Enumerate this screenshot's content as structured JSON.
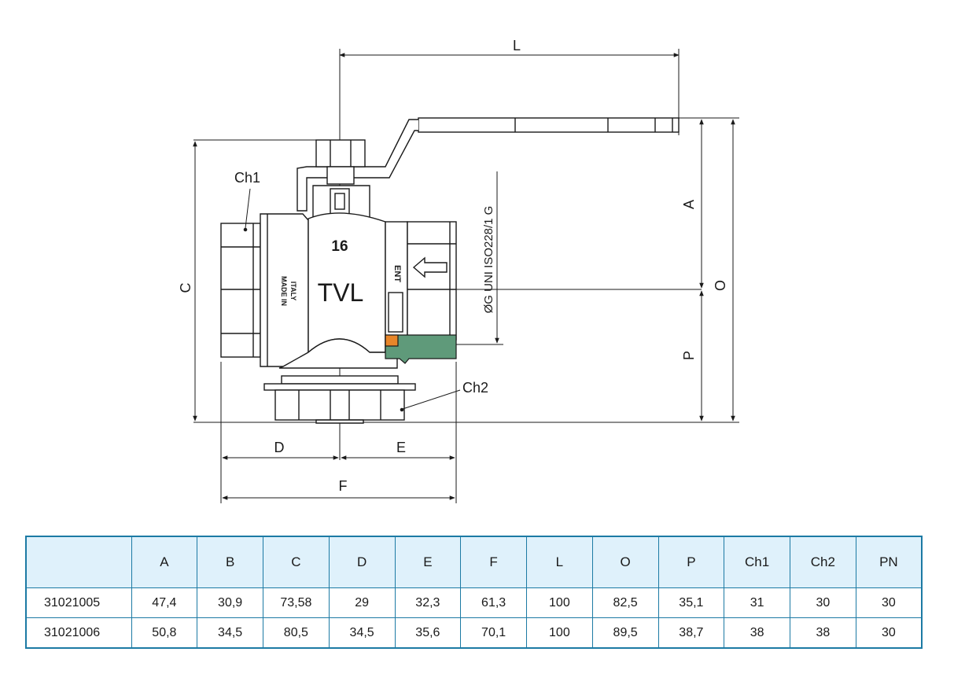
{
  "diagram": {
    "dimension_labels": {
      "L": "L",
      "A": "A",
      "O": "O",
      "P": "P",
      "C": "C",
      "D": "D",
      "E": "E",
      "F": "F",
      "Ch1": "Ch1",
      "Ch2": "Ch2"
    },
    "thread_spec": "ØG UNI ISO228/1 G",
    "body_marks": {
      "size": "16",
      "brand": "TVL",
      "made_in_line1": "MADE IN",
      "made_in_line2": "ITALY",
      "side_mark": "ENT"
    },
    "colors": {
      "line": "#1a1a1a",
      "body_fill": "#ffffff",
      "highlight_green": "#5f9a7a",
      "highlight_orange": "#e8862a"
    }
  },
  "table": {
    "headers": [
      "",
      "A",
      "B",
      "C",
      "D",
      "E",
      "F",
      "L",
      "O",
      "P",
      "Ch1",
      "Ch2",
      "PN"
    ],
    "rows": [
      [
        "31021005",
        "47,4",
        "30,9",
        "73,58",
        "29",
        "32,3",
        "61,3",
        "100",
        "82,5",
        "35,1",
        "31",
        "30",
        "30"
      ],
      [
        "31021006",
        "50,8",
        "34,5",
        "80,5",
        "34,5",
        "35,6",
        "70,1",
        "100",
        "89,5",
        "38,7",
        "38",
        "38",
        "30"
      ]
    ],
    "colors": {
      "border": "#1c7aa4",
      "header_bg": "#dff1fb"
    }
  }
}
